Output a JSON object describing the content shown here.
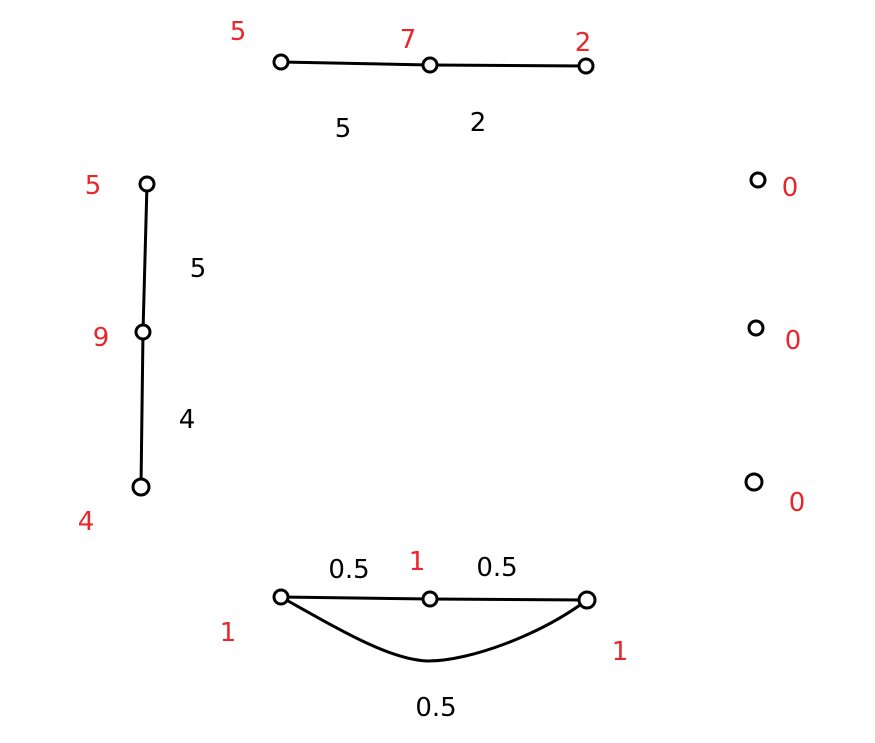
{
  "colors": {
    "node_label": "#e8262b",
    "edge_label": "#000000",
    "edge": "#000000",
    "node_fill": "#ffffff",
    "node_stroke": "#000000"
  },
  "graphs": {
    "top": {
      "nodes": [
        {
          "label": "5"
        },
        {
          "label": "7"
        },
        {
          "label": "2"
        }
      ],
      "edges": [
        {
          "label": "5"
        },
        {
          "label": "2"
        }
      ]
    },
    "left": {
      "nodes": [
        {
          "label": "5"
        },
        {
          "label": "9"
        },
        {
          "label": "4"
        }
      ],
      "edges": [
        {
          "label": "5"
        },
        {
          "label": "4"
        }
      ]
    },
    "right": {
      "nodes": [
        {
          "label": "0"
        },
        {
          "label": "0"
        },
        {
          "label": "0"
        }
      ]
    },
    "bottom": {
      "nodes": [
        {
          "label": "1"
        },
        {
          "label": "1"
        },
        {
          "label": "1"
        }
      ],
      "edges": [
        {
          "label": "0.5"
        },
        {
          "label": "0.5"
        },
        {
          "label": "0.5"
        }
      ]
    }
  }
}
